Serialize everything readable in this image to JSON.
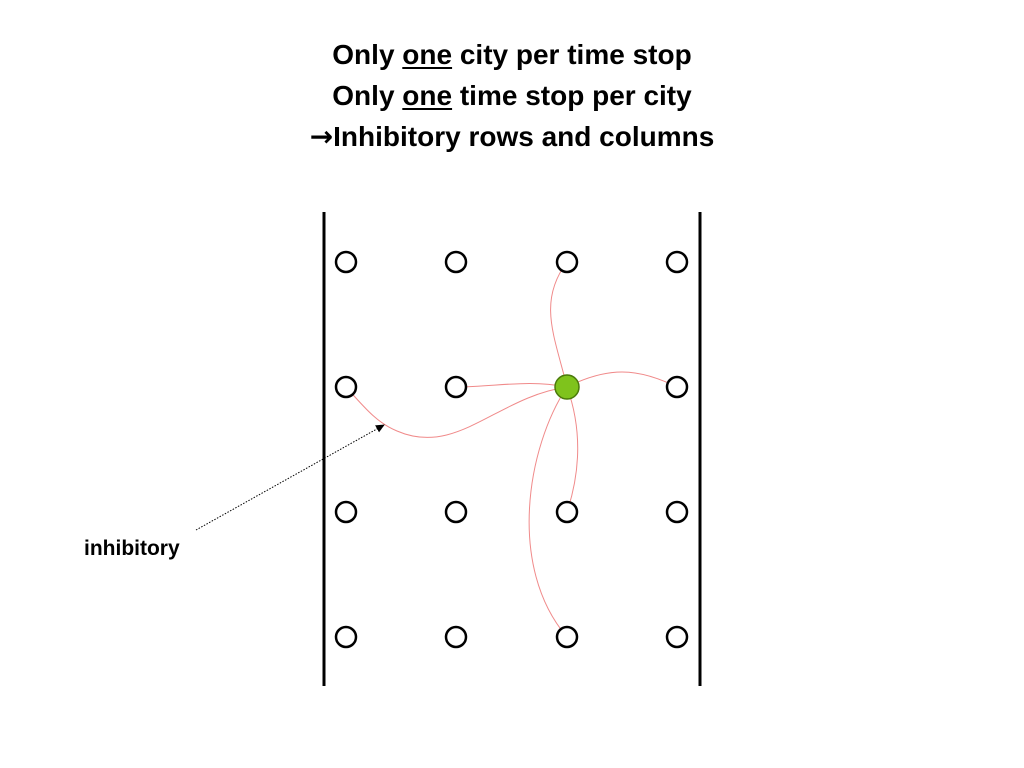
{
  "title": {
    "line1": {
      "pre": "Only ",
      "emph": "one",
      "post": " city per time stop"
    },
    "line2": {
      "pre": "Only ",
      "emph": "one",
      "post": " time stop per city"
    },
    "line3": {
      "arrow": "→",
      "text": "Inhibitory rows and columns"
    }
  },
  "diagram": {
    "rows": 4,
    "columns": 4,
    "active_node": {
      "row": 2,
      "column": 3
    },
    "inhibitory_targets": [
      {
        "row": 1,
        "column": 3
      },
      {
        "row": 2,
        "column": 1
      },
      {
        "row": 2,
        "column": 2
      },
      {
        "row": 2,
        "column": 4
      },
      {
        "row": 3,
        "column": 3
      },
      {
        "row": 4,
        "column": 3
      }
    ],
    "annotation_label": "inhibitory",
    "colors": {
      "node_stroke": "#000000",
      "active_fill": "#7fc31c",
      "connection": "#f08a8a",
      "frame": "#000000"
    }
  }
}
